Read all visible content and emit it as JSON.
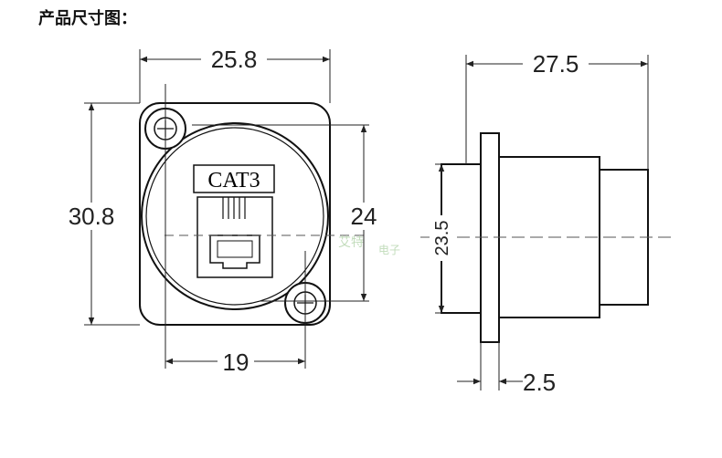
{
  "heading": "产品尺寸图：",
  "front_view": {
    "label": "CAT3",
    "width_dim": "25.8",
    "height_dim": "30.8",
    "inner_dim": "24",
    "hole_spacing_dim": "19"
  },
  "side_view": {
    "length_dim": "27.5",
    "diameter_dim": "23.5",
    "flange_dim": "2.5"
  },
  "watermark": {
    "main": "艾特",
    "sub": "电子"
  }
}
